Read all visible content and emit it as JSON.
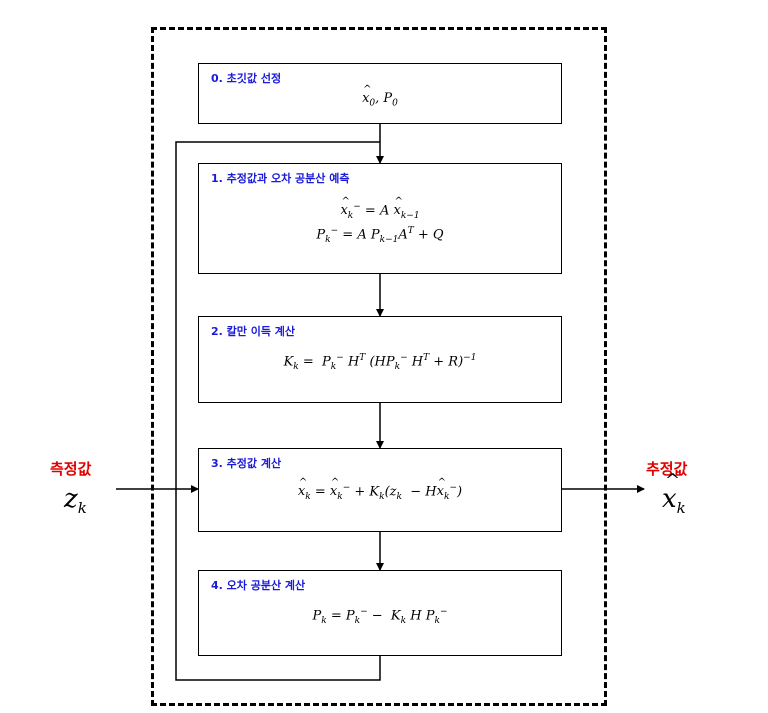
{
  "steps": [
    {
      "title": "0. 초깃값 선정",
      "equations": [
        "x̂₀, P₀"
      ]
    },
    {
      "title": "1. 추정값과 오차 공분산 예측",
      "equations": [
        "x̂ₖ⁻ = A x̂ₖ₋₁",
        "Pₖ⁻ = A Pₖ₋₁Aᵀ + Q"
      ]
    },
    {
      "title": "2. 칼만 이득 계산",
      "equations": [
        "Kₖ = Pₖ⁻ Hᵀ (HPₖ⁻ Hᵀ + R)⁻¹"
      ]
    },
    {
      "title": "3. 추정값 계산",
      "equations": [
        "x̂ₖ = x̂ₖ⁻ + Kₖ(zₖ − Hx̂ₖ⁻)"
      ]
    },
    {
      "title": "4. 오차 공분산 계산",
      "equations": [
        "Pₖ = Pₖ⁻ − Kₖ H Pₖ⁻"
      ]
    }
  ],
  "input": {
    "label": "측정값",
    "variable": "zₖ"
  },
  "output": {
    "label": "추정값",
    "variable": "x̂ₖ"
  },
  "colors": {
    "step_title": "#1a1ad9",
    "io_label": "#e00000",
    "line": "#000000"
  }
}
